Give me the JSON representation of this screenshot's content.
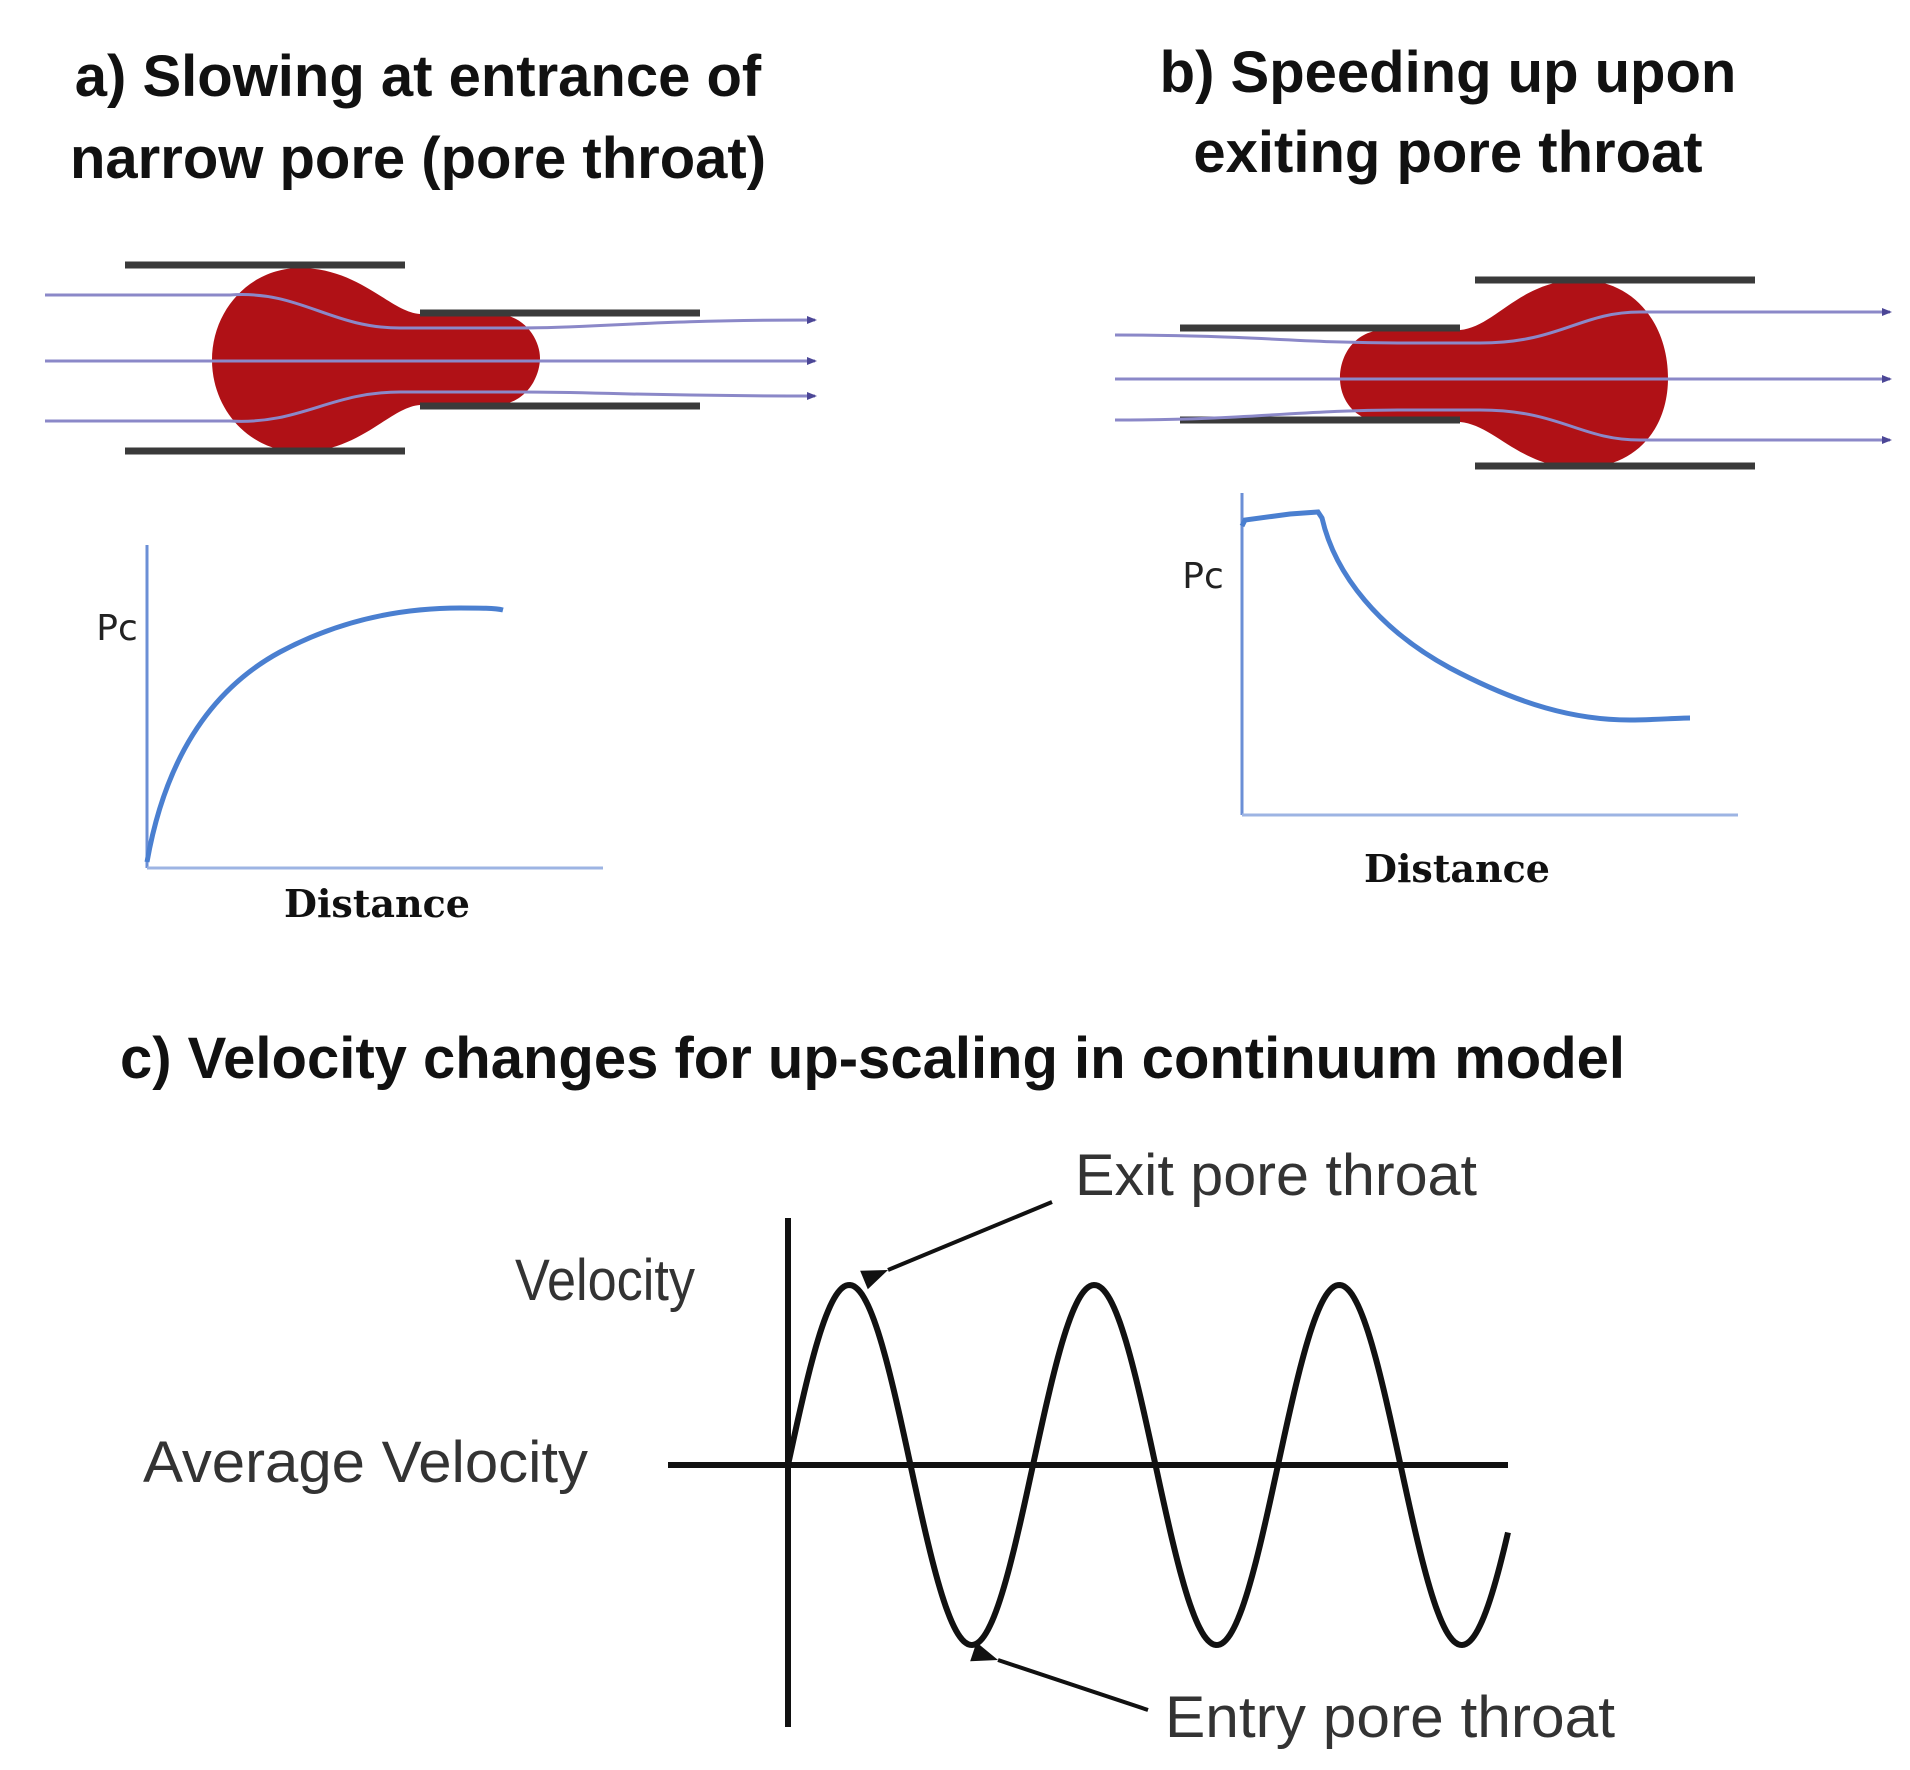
{
  "panel_a": {
    "title_line1": "a) Slowing at entrance of",
    "title_line2": "narrow pore (pore throat)",
    "y_label": "Pc",
    "x_label": "Distance"
  },
  "panel_b": {
    "title_line1": "b) Speeding up upon",
    "title_line2": "exiting pore throat",
    "y_label": "Pc",
    "x_label": "Distance"
  },
  "panel_c": {
    "title": "c) Velocity changes for up-scaling in continuum model",
    "y_label": "Velocity",
    "avg_label": "Average Velocity",
    "peak_annotation": "Exit pore throat",
    "trough_annotation": "Entry pore throat"
  },
  "colors": {
    "droplet": "#b01116",
    "pore_wall": "#3a3a3a",
    "streamline": "#8b88c8",
    "arrowhead": "#4b4696",
    "pc_curve": "#4a7fd0",
    "pc_axis": "#6b8fd6",
    "wave": "#111111"
  }
}
